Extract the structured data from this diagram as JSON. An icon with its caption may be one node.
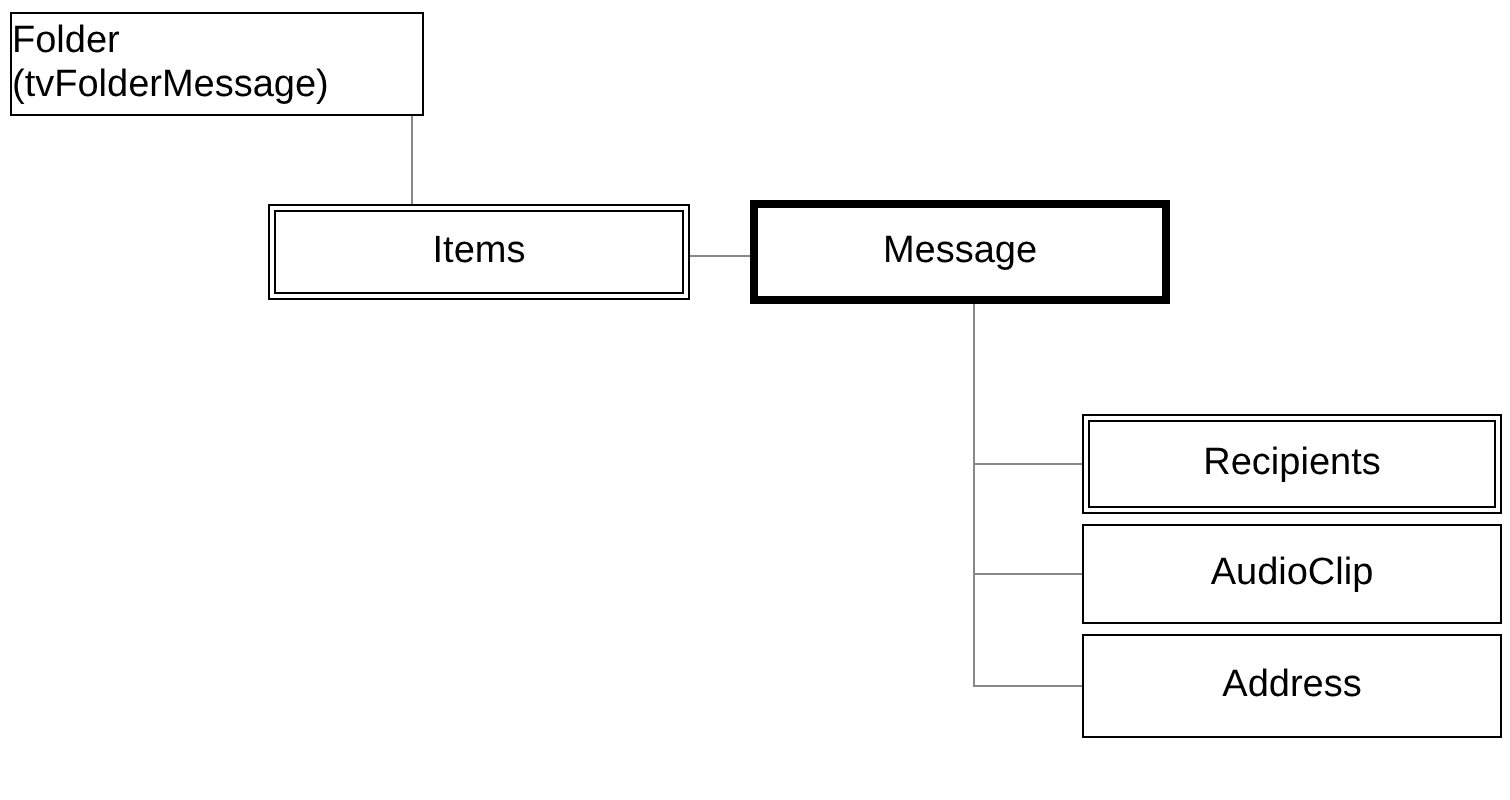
{
  "diagram": {
    "nodes": [
      {
        "text": [
          "Folder (tvFolderMessage)"
        ]
      },
      {
        "text": [
          "Items"
        ]
      },
      {
        "text": [
          "Message"
        ]
      },
      {
        "text": [
          "Recipients"
        ]
      },
      {
        "text": [
          "AudioClip"
        ]
      },
      {
        "text": [
          "Address"
        ]
      }
    ],
    "edges": [
      {
        "from": 0,
        "to": 1,
        "arrow": "none"
      },
      {
        "from": 1,
        "to": 2,
        "arrow": "none"
      },
      {
        "from": 2,
        "to": 3,
        "arrow": "none"
      },
      {
        "from": 2,
        "to": 4,
        "arrow": "none"
      },
      {
        "from": 2,
        "to": 5,
        "arrow": "none"
      }
    ]
  }
}
